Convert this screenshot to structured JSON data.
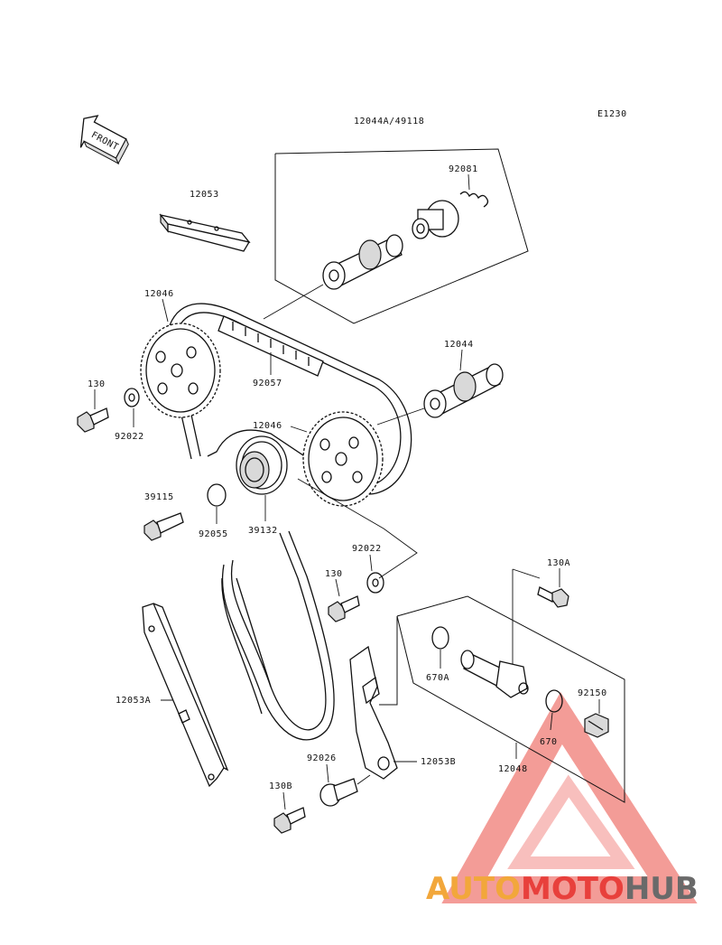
{
  "diagram": {
    "code": "E1230",
    "orientation_label": "FRONT",
    "labels": {
      "top_frame": "12044A/49118",
      "spring": "92081",
      "guide_top": "12053",
      "sprocket_upper": "12046",
      "chain": "92057",
      "camshaft": "12044",
      "bolt_upper": "130",
      "washer_upper": "92022",
      "sprocket_lower": "12046",
      "bolt_3915": "39115",
      "oring_lower": "92055",
      "crank_sprocket": "39132",
      "washer_lower": "92022",
      "bolt_lower": "130",
      "bolt_a": "130A",
      "guide_left": "12053A",
      "oring_a": "670A",
      "bolt_92150": "92150",
      "oring_670": "670",
      "tensioner": "12048",
      "collar": "92026",
      "guide_b": "12053B",
      "bolt_b": "130B"
    }
  },
  "watermark": {
    "part1": "AUTO",
    "part2": "MOTO",
    "part3": "HUB",
    "color1": "#f2a73b",
    "color2": "#e8403c",
    "color3": "#6a6a6a"
  }
}
